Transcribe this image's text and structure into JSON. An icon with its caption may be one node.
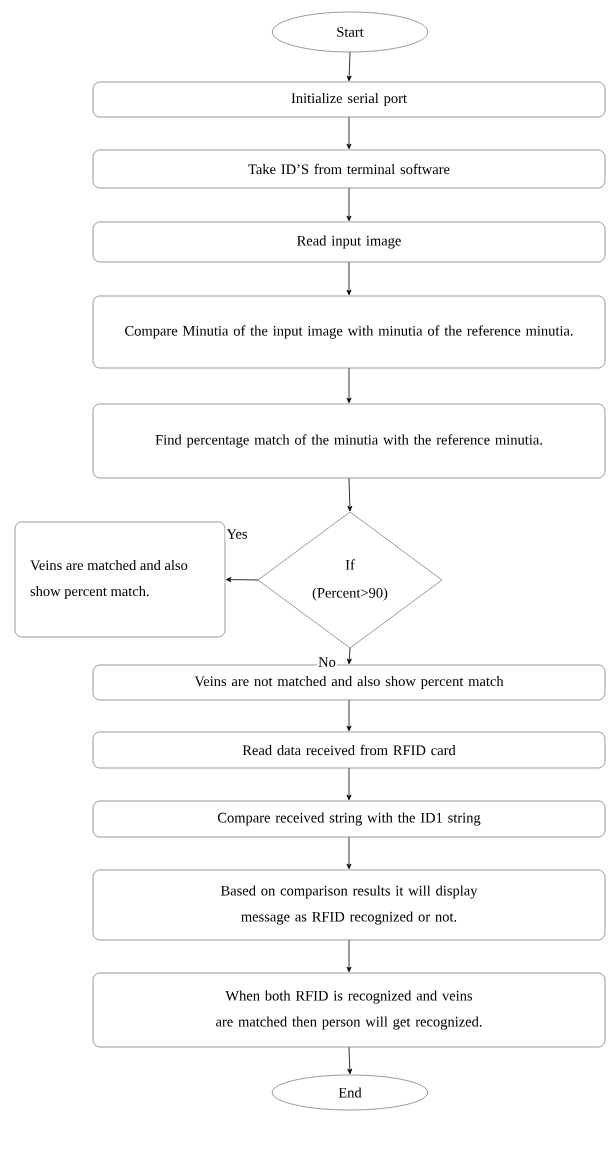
{
  "diagram": {
    "nodes": [
      {
        "text": [
          "Start"
        ]
      },
      {
        "text": [
          "Initialize serial port"
        ]
      },
      {
        "text": [
          "Take ID’S from terminal software"
        ]
      },
      {
        "text": [
          "Read input image"
        ]
      },
      {
        "text": [
          "Compare Minutia of the input image with minutia of the reference minutia."
        ]
      },
      {
        "text": [
          "Find percentage match of the minutia with the reference minutia."
        ]
      },
      {
        "text": [
          "If",
          "(Percent>90)"
        ]
      },
      {
        "text": [
          "Veins are matched and also show percent match."
        ]
      },
      {
        "text": [
          "Veins are not matched and also show percent match"
        ]
      },
      {
        "text": [
          "Read data received from RFID card"
        ]
      },
      {
        "text": [
          "Compare received string with the ID1 string"
        ]
      },
      {
        "text": [
          "Based on comparison results it will display message as RFID recognized or not."
        ]
      },
      {
        "text": [
          "When both RFID is recognized and veins are matched then person will get recognized."
        ]
      },
      {
        "text": [
          "End"
        ]
      }
    ],
    "edges": [
      {
        "from": 0,
        "to": 1,
        "arrow": "to"
      },
      {
        "from": 1,
        "to": 2,
        "arrow": "to"
      },
      {
        "from": 2,
        "to": 3,
        "arrow": "to"
      },
      {
        "from": 3,
        "to": 4,
        "arrow": "to"
      },
      {
        "from": 4,
        "to": 5,
        "arrow": "to"
      },
      {
        "from": 5,
        "to": 6,
        "arrow": "to"
      },
      {
        "from": 6,
        "to": 7,
        "arrow": "to",
        "label": "Yes"
      },
      {
        "from": 6,
        "to": 8,
        "arrow": "to",
        "label": "No"
      },
      {
        "from": 8,
        "to": 9,
        "arrow": "to"
      },
      {
        "from": 9,
        "to": 10,
        "arrow": "to"
      },
      {
        "from": 10,
        "to": 11,
        "arrow": "to"
      },
      {
        "from": 11,
        "to": 12,
        "arrow": "to"
      },
      {
        "from": 12,
        "to": 13,
        "arrow": "to"
      }
    ]
  }
}
